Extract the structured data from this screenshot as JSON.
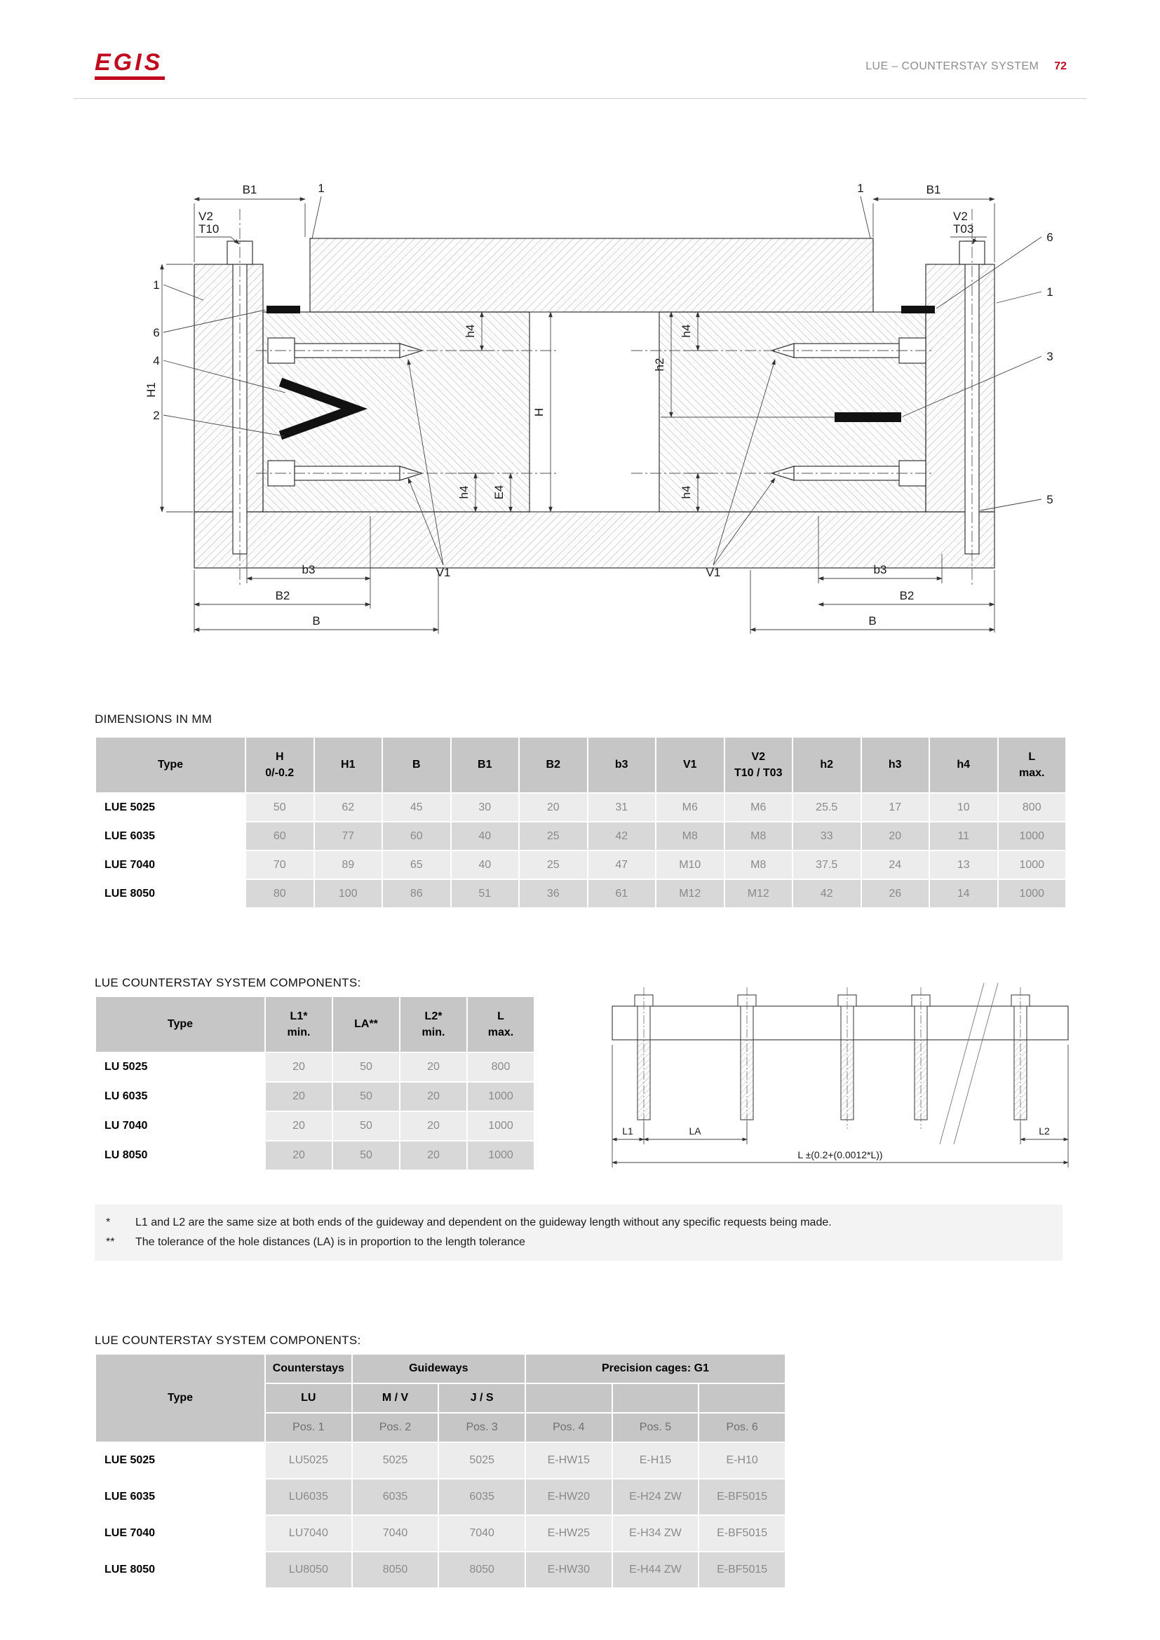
{
  "header": {
    "logo_text": "EGIS",
    "title": "LUE – COUNTERSTAY SYSTEM",
    "page_number": "72",
    "accent_color": "#c00a1e"
  },
  "main_drawing": {
    "labels": {
      "b1_left": "B1",
      "one_top_left": "1",
      "v2_left": "V2",
      "t10_left": "T10",
      "h1_left": "H1",
      "callout_1_left": "1",
      "callout_6_left": "6",
      "callout_4_left": "4",
      "callout_2_left": "2",
      "b3_left": "b3",
      "b2_left": "B2",
      "b_left": "B",
      "v1_left": "V1",
      "h4_top_left": "h4",
      "h4_bottom_left": "h4",
      "e4_center": "E4",
      "h_center": "H",
      "h2_right": "h2",
      "h4_top_right": "h4",
      "h4_bottom_right": "h4",
      "v1_right": "V1",
      "one_top_right": "1",
      "b1_right": "B1",
      "v2_right": "V2",
      "t03_right": "T03",
      "callout_6_right": "6",
      "callout_1_right": "1",
      "callout_3_right": "3",
      "callout_5_right": "5",
      "b3_right": "b3",
      "b2_right": "B2",
      "b_right": "B"
    }
  },
  "dimensions_table": {
    "title": "DIMENSIONS IN MM",
    "type_header": "Type",
    "cols": [
      {
        "a": "H",
        "b": "0/-0.2"
      },
      {
        "a": "H1",
        "b": ""
      },
      {
        "a": "B",
        "b": ""
      },
      {
        "a": "B1",
        "b": ""
      },
      {
        "a": "B2",
        "b": ""
      },
      {
        "a": "b3",
        "b": ""
      },
      {
        "a": "V1",
        "b": ""
      },
      {
        "a": "V2",
        "b": "T10 / T03"
      },
      {
        "a": "h2",
        "b": ""
      },
      {
        "a": "h3",
        "b": ""
      },
      {
        "a": "h4",
        "b": ""
      },
      {
        "a": "L",
        "b": "max."
      }
    ],
    "rows": [
      {
        "type": "LUE 5025",
        "values": [
          "50",
          "62",
          "45",
          "30",
          "20",
          "31",
          "M6",
          "M6",
          "25.5",
          "17",
          "10",
          "800"
        ]
      },
      {
        "type": "LUE 6035",
        "values": [
          "60",
          "77",
          "60",
          "40",
          "25",
          "42",
          "M8",
          "M8",
          "33",
          "20",
          "11",
          "1000"
        ]
      },
      {
        "type": "LUE 7040",
        "values": [
          "70",
          "89",
          "65",
          "40",
          "25",
          "47",
          "M10",
          "M8",
          "37.5",
          "24",
          "13",
          "1000"
        ]
      },
      {
        "type": "LUE 8050",
        "values": [
          "80",
          "100",
          "86",
          "51",
          "36",
          "61",
          "M12",
          "M12",
          "42",
          "26",
          "14",
          "1000"
        ]
      }
    ]
  },
  "components_table": {
    "title": "LUE COUNTERSTAY SYSTEM COMPONENTS:",
    "type_header": "Type",
    "cols": [
      {
        "a": "L1*",
        "b": "min."
      },
      {
        "a": "LA**",
        "b": ""
      },
      {
        "a": "L2*",
        "b": "min."
      },
      {
        "a": "L",
        "b": "max."
      }
    ],
    "rows": [
      {
        "type": "LU 5025",
        "values": [
          "20",
          "50",
          "20",
          "800"
        ]
      },
      {
        "type": "LU 6035",
        "values": [
          "20",
          "50",
          "20",
          "1000"
        ]
      },
      {
        "type": "LU 7040",
        "values": [
          "20",
          "50",
          "20",
          "1000"
        ]
      },
      {
        "type": "LU 8050",
        "values": [
          "20",
          "50",
          "20",
          "1000"
        ]
      }
    ]
  },
  "components_drawing": {
    "labels": {
      "l1": "L1",
      "la": "LA",
      "l2": "L2",
      "l_total": "L ±(0.2+(0.0012*L))"
    }
  },
  "footnotes": {
    "items": [
      {
        "marker": "*",
        "text": "L1 and L2 are the same size at both ends of the guideway and dependent on the guideway length without any specific requests being made."
      },
      {
        "marker": "**",
        "text": "The tolerance of the hole distances (LA) is in proportion to the length tolerance"
      }
    ]
  },
  "order_table": {
    "title": "LUE COUNTERSTAY SYSTEM COMPONENTS:",
    "type_header": "Type",
    "group_headers": [
      "Counterstays",
      "Guideways",
      "Precision cages: G1"
    ],
    "sub_headers": [
      "LU",
      "M / V",
      "J / S"
    ],
    "pos_headers": [
      "Pos. 1",
      "Pos. 2",
      "Pos. 3",
      "Pos. 4",
      "Pos. 5",
      "Pos. 6"
    ],
    "rows": [
      {
        "type": "LUE 5025",
        "values": [
          "LU5025",
          "5025",
          "5025",
          "E-HW15",
          "E-H15",
          "E-H10"
        ]
      },
      {
        "type": "LUE 6035",
        "values": [
          "LU6035",
          "6035",
          "6035",
          "E-HW20",
          "E-H24 ZW",
          "E-BF5015"
        ]
      },
      {
        "type": "LUE 7040",
        "values": [
          "LU7040",
          "7040",
          "7040",
          "E-HW25",
          "E-H34 ZW",
          "E-BF5015"
        ]
      },
      {
        "type": "LUE 8050",
        "values": [
          "LU8050",
          "8050",
          "8050",
          "E-HW30",
          "E-H44 ZW",
          "E-BF5015"
        ]
      }
    ]
  }
}
